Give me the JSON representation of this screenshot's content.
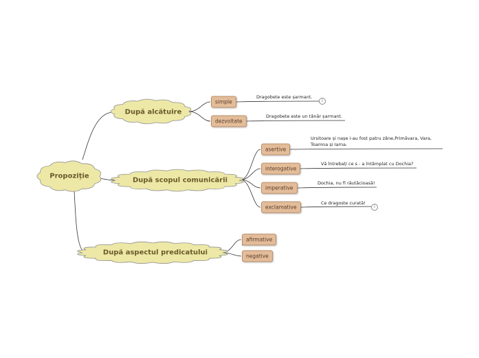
{
  "colors": {
    "cloud_fill": "#ede8a6",
    "cloud_stroke": "#8e8f8f",
    "cloud_text": "#6b5a2b",
    "pill_fill": "#e3bc99",
    "pill_text": "#5a3e2b",
    "line": "#333333"
  },
  "root": {
    "label": "Propoziție"
  },
  "branches": [
    {
      "label": "După alcătuire",
      "children": [
        {
          "label": "simple",
          "note": "Dragobete este șarmant.",
          "info_icon": "info-icon"
        },
        {
          "label": "dezvoltate",
          "note": "Dragobete este un tânăr șarmant."
        }
      ]
    },
    {
      "label": "După scopul comunicării",
      "children": [
        {
          "label": "asertive",
          "note": "Ursitoare și nașe i-au fost patru zâne,Primăvara, Vara, Toamna și Iarna."
        },
        {
          "label": "interogative",
          "note": "Vă întrebați ce s - a întâmplat cu Dochia?"
        },
        {
          "label": "imperative",
          "note": "Dochia, nu fi răutăcioasă!"
        },
        {
          "label": "exclamative",
          "note": "Ce dragoste curată!",
          "info_icon": "info-icon"
        }
      ]
    },
    {
      "label": "După aspectul predicatului",
      "children": [
        {
          "label": "afirmative"
        },
        {
          "label": "negative"
        }
      ]
    }
  ]
}
